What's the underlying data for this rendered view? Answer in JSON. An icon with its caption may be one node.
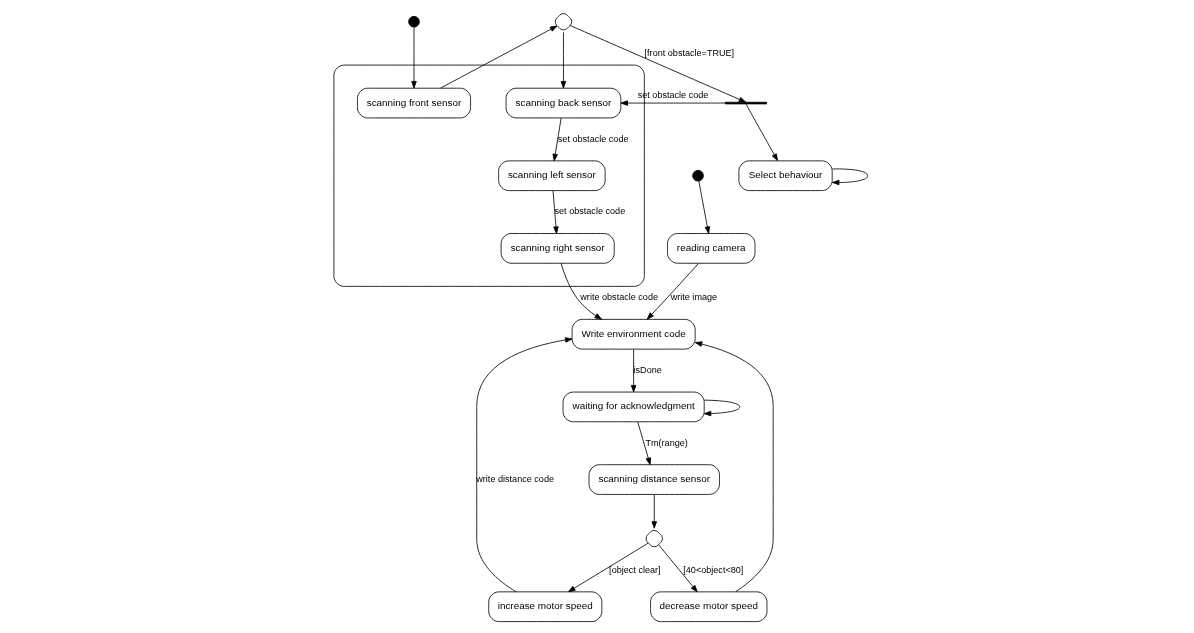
{
  "diagram": {
    "nodes": [
      {
        "text": [],
        "shape": "circle"
      },
      {
        "text": [],
        "shape": "box"
      },
      {
        "text": [
          "scanning front sensor"
        ],
        "in": 1
      },
      {
        "text": [
          "scanning back sensor"
        ],
        "in": 1
      },
      {
        "text": [
          "scanning left sensor"
        ],
        "in": 1
      },
      {
        "text": [
          "scanning right sensor"
        ],
        "in": 1
      },
      {
        "text": [],
        "shape": "diamond"
      },
      {
        "text": [],
        "shape": "bar"
      },
      {
        "text": [
          "Select behaviour"
        ]
      },
      {
        "text": [
          "increase motor speed"
        ]
      },
      {
        "text": [
          "decrease motor speed"
        ]
      },
      {
        "text": [],
        "shape": "diamond"
      },
      {
        "text": [
          "Write environment code"
        ]
      },
      {
        "text": [
          "scanning distance sensor"
        ]
      },
      {
        "text": [
          "waiting for acknowledgment"
        ]
      },
      {
        "text": [],
        "shape": "circle"
      },
      {
        "text": [
          "reading camera"
        ]
      }
    ],
    "edges": [
      {
        "from": 0,
        "to": 2,
        "arrow": "to"
      },
      {
        "from": 2,
        "to": 6,
        "arrow": "to"
      },
      {
        "from": 6,
        "to": 7,
        "arrow": "to",
        "label": "[front obstacle=TRUE]"
      },
      {
        "from": 6,
        "to": 3,
        "arrow": "to"
      },
      {
        "from": 7,
        "to": 8,
        "arrow": "to"
      },
      {
        "from": 7,
        "to": 3,
        "arrow": "to",
        "label": "set obstacle code"
      },
      {
        "from": 8,
        "to": 8,
        "arrow": "to"
      },
      {
        "from": 3,
        "to": 4,
        "arrow": "to",
        "label": "set obstacle code"
      },
      {
        "from": 4,
        "to": 5,
        "arrow": "to",
        "label": "set obstacle code"
      },
      {
        "from": 5,
        "to": 12,
        "arrow": "to",
        "label": "write obstacle code"
      },
      {
        "from": 9,
        "to": 12,
        "arrow": "to",
        "label": "write distance code"
      },
      {
        "from": 10,
        "to": 12,
        "arrow": "to"
      },
      {
        "from": 11,
        "to": 9,
        "arrow": "to",
        "label": "[object clear]"
      },
      {
        "from": 11,
        "to": 10,
        "arrow": "to",
        "label": "[40<object<80]"
      },
      {
        "from": 13,
        "to": 11,
        "arrow": "to"
      },
      {
        "from": 14,
        "to": 13,
        "arrow": "to",
        "label": "Tm(range)"
      },
      {
        "from": 14,
        "to": 14,
        "arrow": "to"
      },
      {
        "from": 12,
        "to": 14,
        "arrow": "to",
        "label": "isDone"
      },
      {
        "from": 16,
        "to": 12,
        "arrow": "to",
        "label": "write image"
      },
      {
        "from": 15,
        "to": 16,
        "arrow": "to"
      }
    ]
  }
}
